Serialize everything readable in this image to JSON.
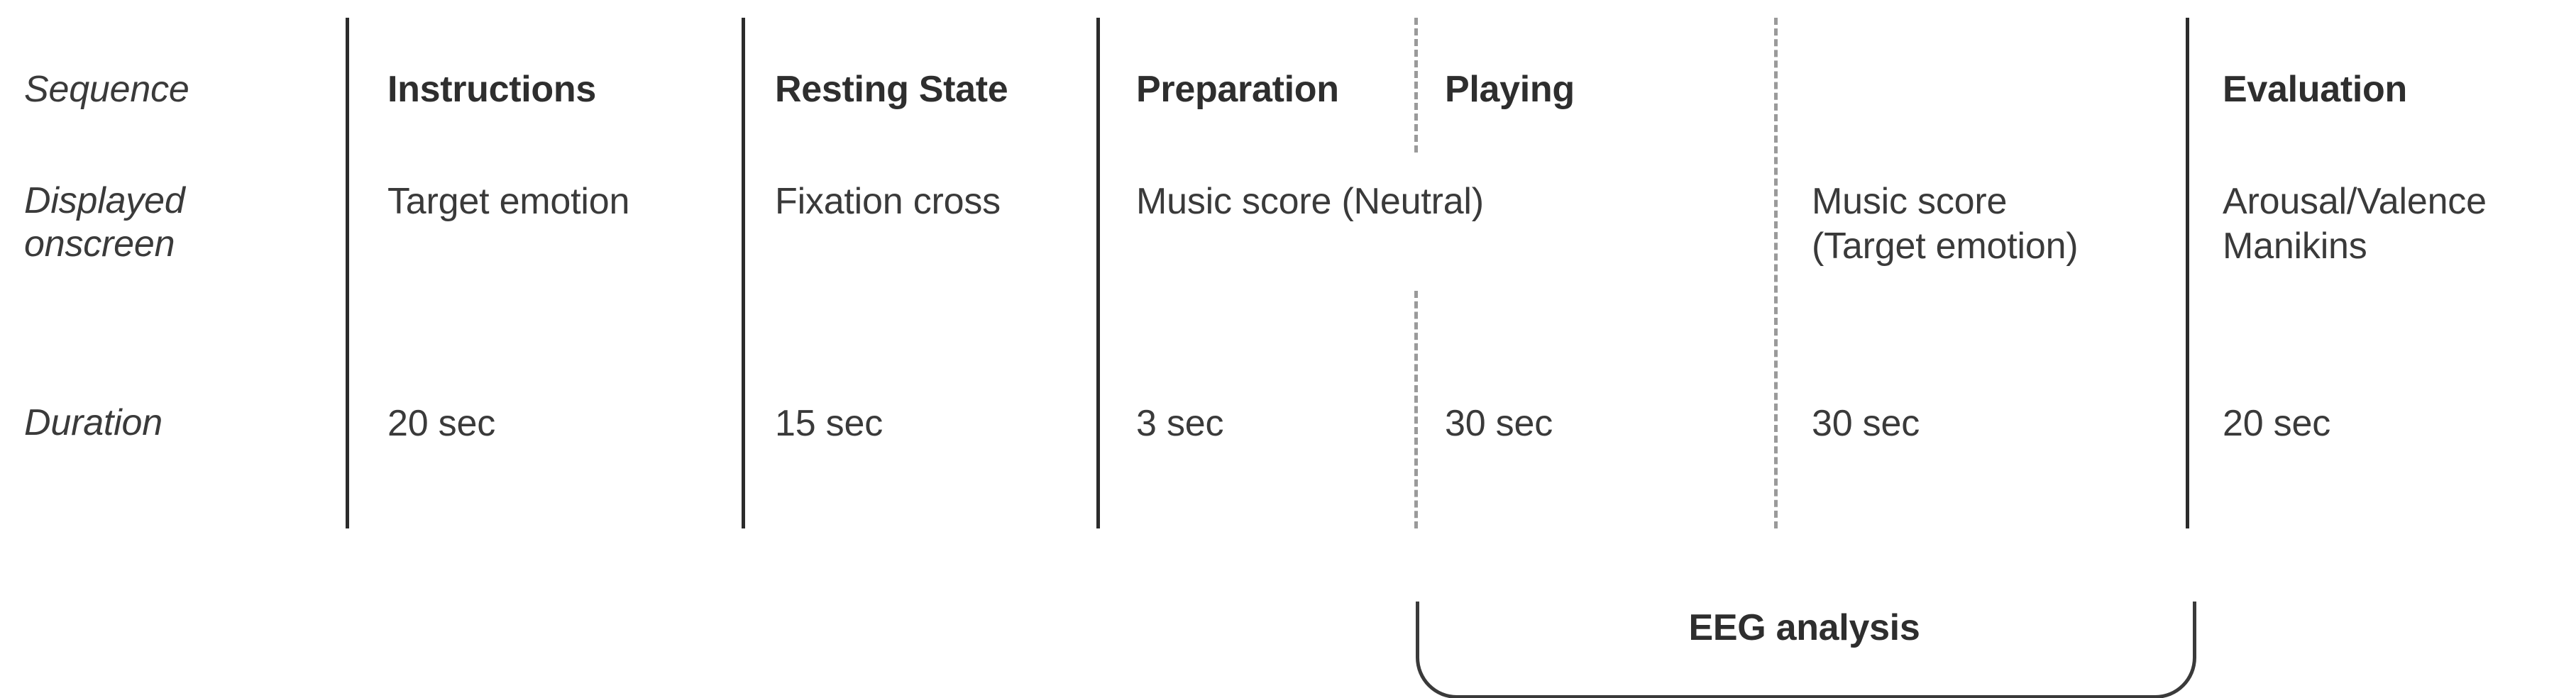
{
  "figure": {
    "type": "experimental-protocol-timeline",
    "background_color": "#ffffff",
    "text_color": "#3a3a3a",
    "header_color": "#2e2e2e",
    "solid_divider_color": "#2b2b2b",
    "dashed_divider_color": "#9a9a9a"
  },
  "row_labels": {
    "sequence": "Sequence",
    "displayed_onscreen": "Displayed\nonscreen",
    "duration": "Duration"
  },
  "sequence_headers": {
    "instructions": "Instructions",
    "resting_state": "Resting State",
    "preparation": "Preparation",
    "playing": "Playing",
    "evaluation": "Evaluation"
  },
  "displayed_onscreen": {
    "instructions": "Target emotion",
    "resting_state": "Fixation cross",
    "preparation_playing": "Music score (Neutral)",
    "playing_target": "Music score\n(Target emotion)",
    "evaluation": "Arousal/Valence\nManikins"
  },
  "duration": {
    "instructions": "20 sec",
    "resting_state": "15 sec",
    "preparation": "3 sec",
    "playing_neutral": "30 sec",
    "playing_target": "30 sec",
    "evaluation": "20 sec"
  },
  "annotation": {
    "eeg_analysis": "EEG analysis"
  }
}
